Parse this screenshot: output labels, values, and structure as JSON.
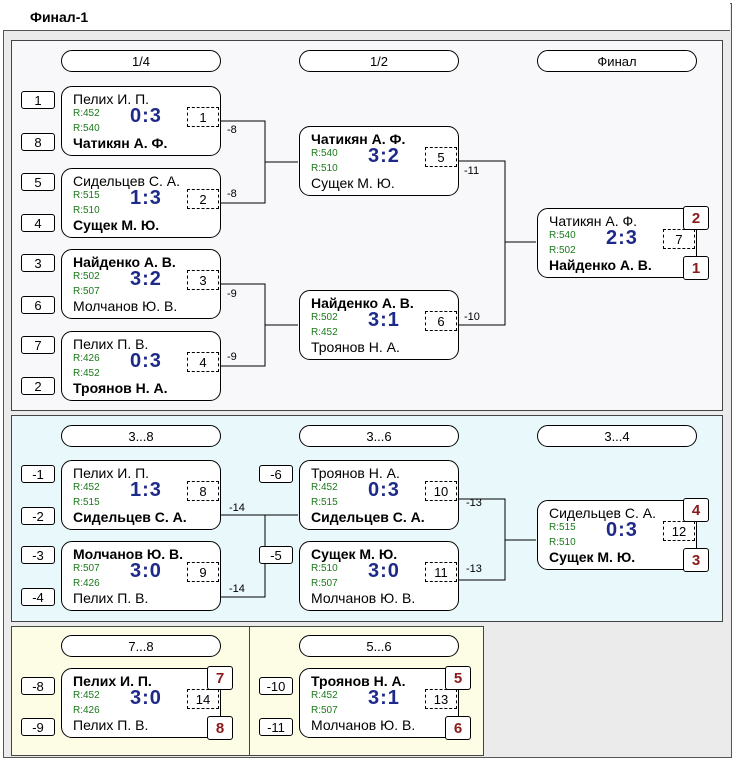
{
  "title": "Финал-1",
  "colors": {
    "main_bg": "#f8f8fb",
    "consolation_bg": "#e8f8fb",
    "small_bg": "#fdfde6",
    "score": "#1e2a8a",
    "rating": "#1a7a1a",
    "place": "#8b1a1a"
  },
  "rounds": {
    "main": [
      "1/4",
      "1/2",
      "Финал"
    ],
    "cons": [
      "3...8",
      "3...6",
      "3...4"
    ],
    "p78": "7...8",
    "p56": "5...6"
  },
  "seeds": {
    "s1": "1",
    "s8": "8",
    "s5": "5",
    "s4": "4",
    "s3": "3",
    "s6": "6",
    "s7": "7",
    "s2": "2",
    "c1": "-1",
    "c2": "-2",
    "c3": "-3",
    "c4": "-4",
    "c6": "-6",
    "c5": "-5",
    "d8": "-8",
    "d9": "-9",
    "d10": "-10",
    "d11": "-11"
  },
  "matches": {
    "m1": {
      "num": "1",
      "score": "0:3",
      "p1": "Пелих И. П.",
      "r1": "R:452",
      "p2": "Чатикян А. Ф.",
      "r2": "R:540",
      "winner": 2
    },
    "m2": {
      "num": "2",
      "score": "1:3",
      "p1": "Сидельцев С. А.",
      "r1": "R:515",
      "p2": "Сущек М. Ю.",
      "r2": "R:510",
      "winner": 2
    },
    "m3": {
      "num": "3",
      "score": "3:2",
      "p1": "Найденко А. В.",
      "r1": "R:502",
      "p2": "Молчанов Ю. В.",
      "r2": "R:507",
      "winner": 1
    },
    "m4": {
      "num": "4",
      "score": "0:3",
      "p1": "Пелих П. В.",
      "r1": "R:426",
      "p2": "Троянов Н. А.",
      "r2": "R:452",
      "winner": 2
    },
    "m5": {
      "num": "5",
      "score": "3:2",
      "p1": "Чатикян А. Ф.",
      "r1": "R:540",
      "p2": "Сущек М. Ю.",
      "r2": "R:510",
      "winner": 1
    },
    "m6": {
      "num": "6",
      "score": "3:1",
      "p1": "Найденко А. В.",
      "r1": "R:502",
      "p2": "Троянов Н. А.",
      "r2": "R:452",
      "winner": 1
    },
    "m7": {
      "num": "7",
      "score": "2:3",
      "p1": "Чатикян А. Ф.",
      "r1": "R:540",
      "p2": "Найденко А. В.",
      "r2": "R:502",
      "winner": 2,
      "place1": "2",
      "place2": "1"
    },
    "m8": {
      "num": "8",
      "score": "1:3",
      "p1": "Пелих И. П.",
      "r1": "R:452",
      "p2": "Сидельцев С. А.",
      "r2": "R:515",
      "winner": 2
    },
    "m9": {
      "num": "9",
      "score": "3:0",
      "p1": "Молчанов Ю. В.",
      "r1": "R:507",
      "p2": "Пелих П. В.",
      "r2": "R:426",
      "winner": 1
    },
    "m10": {
      "num": "10",
      "score": "0:3",
      "p1": "Троянов Н. А.",
      "r1": "R:452",
      "p2": "Сидельцев С. А.",
      "r2": "R:515",
      "winner": 2
    },
    "m11": {
      "num": "11",
      "score": "3:0",
      "p1": "Сущек М. Ю.",
      "r1": "R:510",
      "p2": "Молчанов Ю. В.",
      "r2": "R:507",
      "winner": 1
    },
    "m12": {
      "num": "12",
      "score": "0:3",
      "p1": "Сидельцев С. А.",
      "r1": "R:515",
      "p2": "Сущек М. Ю.",
      "r2": "R:510",
      "winner": 2,
      "place1": "4",
      "place2": "3"
    },
    "m14": {
      "num": "14",
      "score": "3:0",
      "p1": "Пелих И. П.",
      "r1": "R:452",
      "p2": "Пелих П. В.",
      "r2": "R:426",
      "winner": 1,
      "place1": "7",
      "place2": "8"
    },
    "m13": {
      "num": "13",
      "score": "3:1",
      "p1": "Троянов Н. А.",
      "r1": "R:452",
      "p2": "Молчанов Ю. В.",
      "r2": "R:507",
      "winner": 1,
      "place1": "5",
      "place2": "6"
    }
  },
  "loser_labels": {
    "l1": "-8",
    "l2": "-8",
    "l3": "-9",
    "l4": "-9",
    "l5": "-11",
    "l6": "-10",
    "l8": "-14",
    "l9": "-14",
    "l10": "-13",
    "l11": "-13"
  }
}
